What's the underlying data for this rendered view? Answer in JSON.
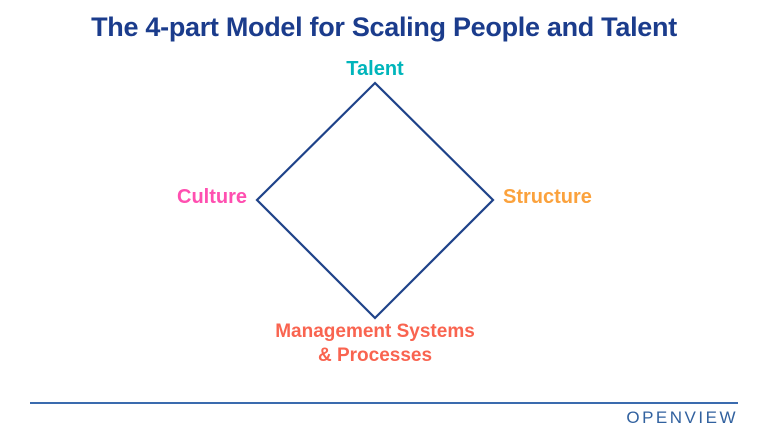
{
  "slide": {
    "title": "The 4-part Model for Scaling People and Talent",
    "colors": {
      "background": "#ffffff",
      "title": "#1b3c8c",
      "diamond": "#1e4289",
      "talent": "#00b5bb",
      "culture": "#ff4fb0",
      "structure": "#fba23d",
      "management": "#f96450",
      "footer_line": "#3a6bae",
      "logo": "#31619f"
    },
    "diagram": {
      "type": "diamond-model",
      "nodes": [
        {
          "id": "talent",
          "label": "Talent",
          "position": "top",
          "color": "#00b5bb"
        },
        {
          "id": "structure",
          "label": "Structure",
          "position": "right",
          "color": "#fba23d"
        },
        {
          "id": "management-systems",
          "label": "Management Systems & Processes",
          "lines": [
            "Management Systems",
            "& Processes"
          ],
          "position": "bottom",
          "color": "#f96450"
        },
        {
          "id": "culture",
          "label": "Culture",
          "position": "left",
          "color": "#ff4fb0"
        }
      ]
    },
    "footer": {
      "logo_text": "OPENVIEW"
    }
  }
}
